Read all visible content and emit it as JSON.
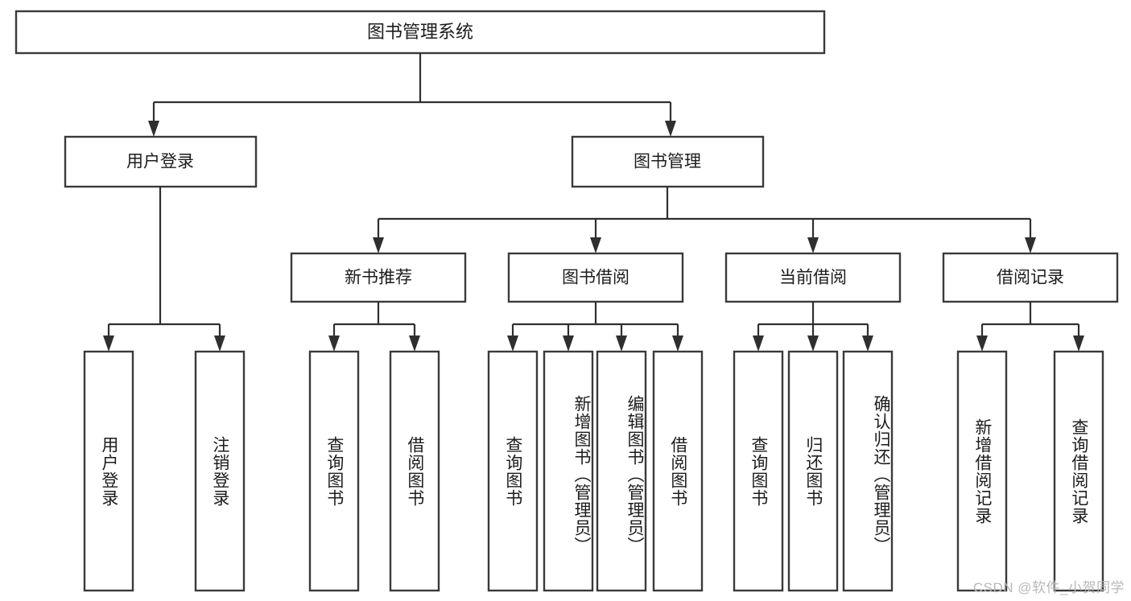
{
  "diagram": {
    "type": "tree",
    "title": "图书管理系统",
    "watermark": "CSDN @软件_小贺同学",
    "root": {
      "label": "图书管理系统"
    },
    "level2": [
      {
        "id": "user-login",
        "label": "用户登录"
      },
      {
        "id": "book-manage",
        "label": "图书管理"
      }
    ],
    "level3": [
      {
        "id": "new-book-rec",
        "label": "新书推荐"
      },
      {
        "id": "book-borrow",
        "label": "图书借阅"
      },
      {
        "id": "current-borrow",
        "label": "当前借阅"
      },
      {
        "id": "borrow-record",
        "label": "借阅记录"
      }
    ],
    "leaves": {
      "user_login": [
        {
          "id": "leaf-user-login",
          "label": "用户登录"
        },
        {
          "id": "leaf-logout-login",
          "label": "注销登录"
        }
      ],
      "new_book_rec": [
        {
          "id": "leaf-query-book-1",
          "label": "查询图书"
        },
        {
          "id": "leaf-borrow-book-1",
          "label": "借阅图书"
        }
      ],
      "book_borrow": [
        {
          "id": "leaf-query-book-2",
          "label": "查询图书"
        },
        {
          "id": "leaf-add-book",
          "label": "新增图书（管理员）"
        },
        {
          "id": "leaf-edit-book",
          "label": "编辑图书（管理员）"
        },
        {
          "id": "leaf-borrow-book-2",
          "label": "借阅图书"
        }
      ],
      "current_borrow": [
        {
          "id": "leaf-query-book-3",
          "label": "查询图书"
        },
        {
          "id": "leaf-return-book",
          "label": "归还图书"
        },
        {
          "id": "leaf-confirm-return",
          "label": "确认归还（管理员）"
        }
      ],
      "borrow_record": [
        {
          "id": "leaf-add-record",
          "label": "新增借阅记录"
        },
        {
          "id": "leaf-query-record",
          "label": "查询借阅记录"
        }
      ]
    },
    "colors": {
      "box_stroke": "#3a3a3a",
      "connector": "#2f2f2f",
      "text": "#1c1c1c",
      "background": "#ffffff",
      "watermark": "#b8b8b8"
    }
  }
}
